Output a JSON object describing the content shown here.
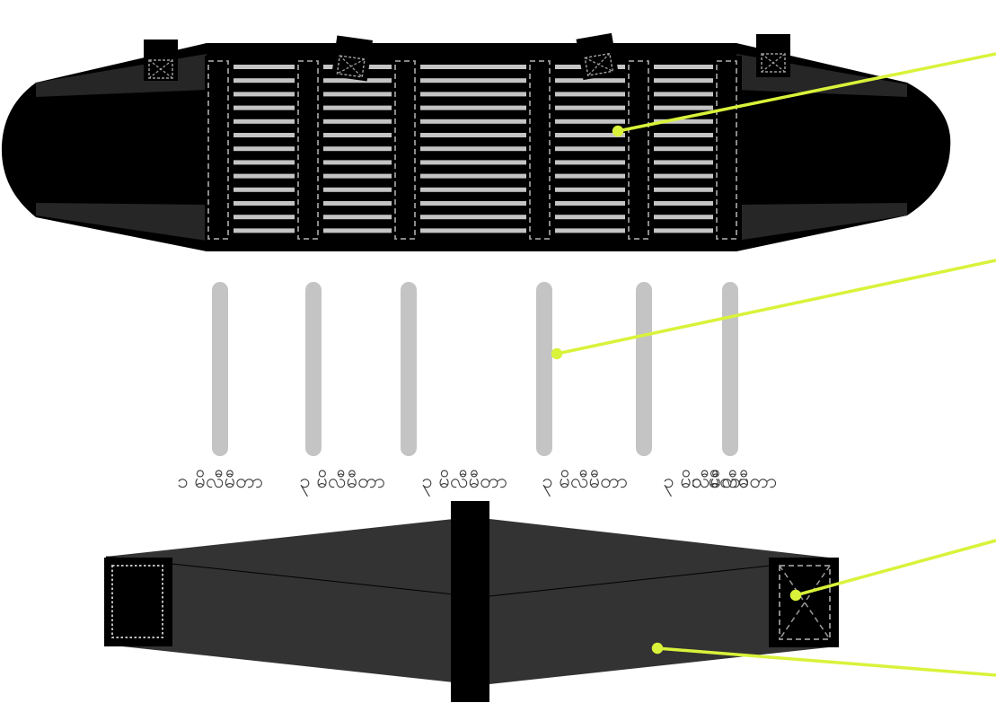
{
  "figure": {
    "description_labels": [
      "၁ မိလီမီတာ",
      "၃ မိလီမီတာ",
      "၃ မိလီမီတာ",
      "၃ မိလီမီတာ",
      "၃ မိလီမီတာ",
      "၁ မိလီမီတာ"
    ]
  },
  "colors": {
    "belt_body": "#000000",
    "belt_inner": "#2a2a2a",
    "stay_gray": "#c4c4c4",
    "seam_dash": "#9a9a9a",
    "callout": "#d9f23a",
    "back_panel": "#333333",
    "background": "#ffffff"
  }
}
